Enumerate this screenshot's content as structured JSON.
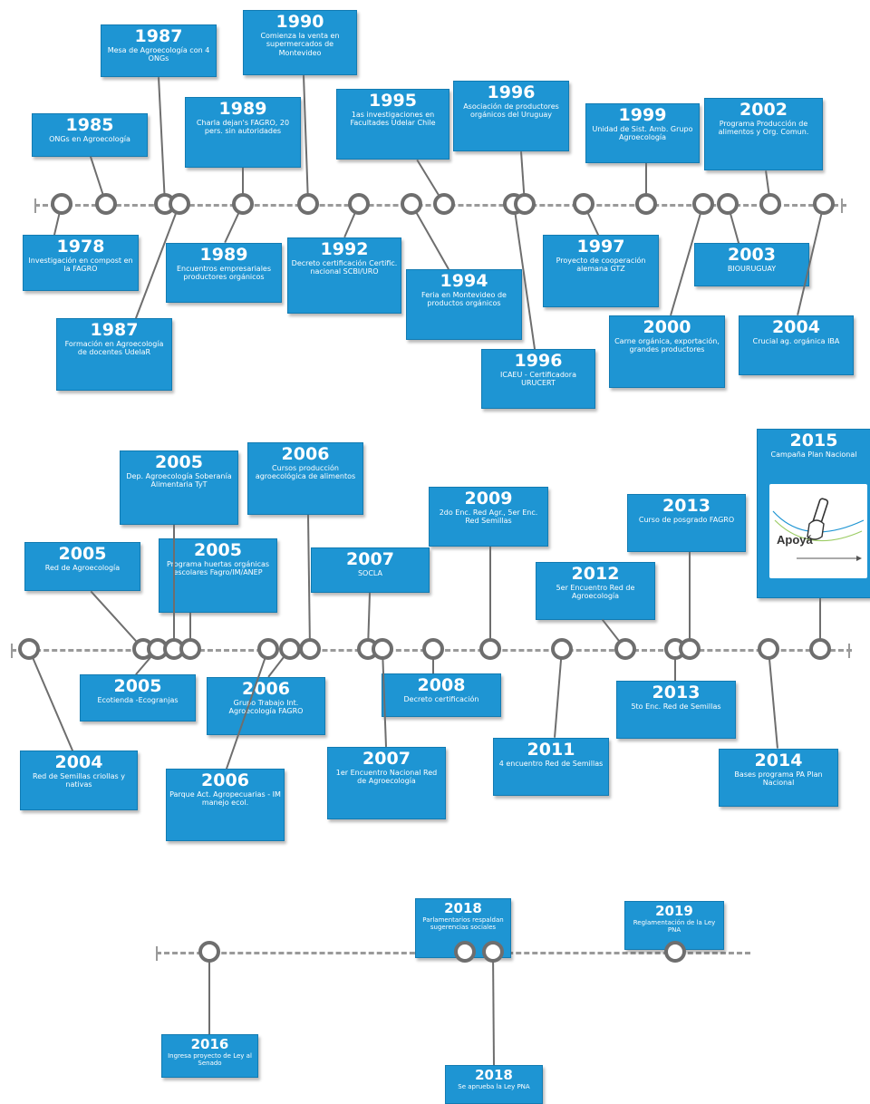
{
  "colors": {
    "box": "#1e95d3",
    "box_border": "#127bb2",
    "node": "#6e6e6e",
    "line": "#9a9a9a"
  },
  "events": [
    {
      "year": "1985",
      "text": "ONGs en Agroecología"
    },
    {
      "year": "1987",
      "text": "Mesa de Agroecología con 4 ONGs"
    },
    {
      "year": "1989",
      "text": "Charla dejan's FAGRO, 20 pers. sin autoridades"
    },
    {
      "year": "1990",
      "text": "Comienza la venta en supermercados de Montevideo"
    },
    {
      "year": "1995",
      "text": "1as investigaciones en Facultades Udelar Chile"
    },
    {
      "year": "1996",
      "text": "Asociación de productores orgánicos del Uruguay"
    },
    {
      "year": "1999",
      "text": "Unidad de Sist. Amb. Grupo Agroecología"
    },
    {
      "year": "2002",
      "text": "Programa Producción de alimentos y Org. Comun."
    },
    {
      "year": "1978",
      "text": "Investigación en compost en la FAGRO"
    },
    {
      "year": "1989",
      "text": "Encuentros empresariales productores orgánicos"
    },
    {
      "year": "1987",
      "text": "Formación en Agroecología de docentes UdelaR"
    },
    {
      "year": "1992",
      "text": "Decreto certificación Certific. nacional SCBI/URO"
    },
    {
      "year": "1994",
      "text": "Feria en Montevideo de productos orgánicos"
    },
    {
      "year": "1996",
      "text": "ICAEU - Certificadora URUCERT"
    },
    {
      "year": "1997",
      "text": "Proyecto de cooperación alemana GTZ"
    },
    {
      "year": "2003",
      "text": "BIOURUGUAY"
    },
    {
      "year": "2000",
      "text": "Carne orgánica, exportación, grandes productores"
    },
    {
      "year": "2004",
      "text": "Crucial ag. orgánica IBA"
    },
    {
      "year": "2005",
      "text": "Dep. Agroecología Soberanía Alimentaria TyT"
    },
    {
      "year": "2006",
      "text": "Cursos producción agroecológica de alimentos"
    },
    {
      "year": "2005",
      "text": "Red de Agroecología"
    },
    {
      "year": "2005",
      "text": "Programa huertas orgánicas escolares Fagro/IM/ANEP"
    },
    {
      "year": "2007",
      "text": "SOCLA"
    },
    {
      "year": "2009",
      "text": "2do Enc. Red Agr., 5er Enc. Red Semillas"
    },
    {
      "year": "2012",
      "text": "5er Encuentro Red de Agroecología"
    },
    {
      "year": "2013",
      "text": "Curso de posgrado FAGRO"
    },
    {
      "year": "2015",
      "text": "Campaña Plan Nacional"
    },
    {
      "year": "2005",
      "text": "Ecotienda -Ecogranjas"
    },
    {
      "year": "2006",
      "text": "Grupo Trabajo Int. Agroecología FAGRO"
    },
    {
      "year": "2008",
      "text": "Decreto certificación"
    },
    {
      "year": "2013",
      "text": "5to Enc. Red de Semillas"
    },
    {
      "year": "2004",
      "text": "Red de Semillas criollas y nativas"
    },
    {
      "year": "2006",
      "text": "Parque Act. Agropecuarias - IM manejo ecol."
    },
    {
      "year": "2007",
      "text": "1er Encuentro Nacional Red de Agroecología"
    },
    {
      "year": "2011",
      "text": "4 encuentro Red de Semillas"
    },
    {
      "year": "2014",
      "text": "Bases programa PA Plan Nacional"
    },
    {
      "year": "2018",
      "text": "Parlamentarios respaldan sugerencias sociales"
    },
    {
      "year": "2019",
      "text": "Reglamentación de la Ley PNA"
    },
    {
      "year": "2016",
      "text": "Ingresa proyecto de Ley al Senado"
    },
    {
      "year": "2018",
      "text": "Se aprueba la Ley PNA"
    }
  ],
  "campaign_image": {
    "logo_text": "Apoyá",
    "icons": [
      "hand-writing-icon"
    ]
  }
}
